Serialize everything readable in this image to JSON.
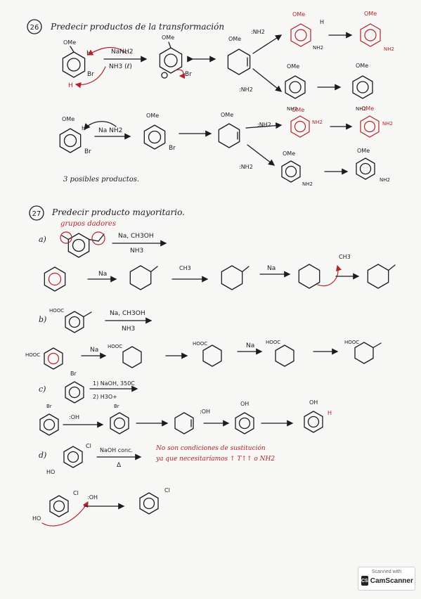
{
  "colors": {
    "ink": "#1b1b22",
    "red": "#b3242a",
    "paper": "#f7f7f5"
  },
  "p26": {
    "number": "26",
    "title": "Predecir productos de la transformación",
    "reagent1_top": "NaNH2",
    "reagent1_bottom": "NH3 (ℓ)",
    "reagent2": "Na NH2",
    "nh2_label": "NH2",
    "nh2_anion": ":NH2",
    "ome": "OMe",
    "br": "Br",
    "h": "H",
    "products_note": "3 posibles productos."
  },
  "p27": {
    "number": "27",
    "title": "Predecir producto mayoritario.",
    "subtitle": "grupos dadores",
    "a": {
      "label": "a)",
      "reagent_top": "Na, CH3OH",
      "reagent_bottom": "NH3",
      "na": "Na",
      "ch3": "CH3"
    },
    "b": {
      "label": "b)",
      "reagent_top": "Na, CH3OH",
      "reagent_bottom": "NH3",
      "hooc": "HOOC",
      "na": "Na"
    },
    "c": {
      "label": "c)",
      "reagent_top": "1) NaOH, 350C",
      "reagent_bottom": "2) H3O+",
      "br": "Br",
      "oh_anion": ":OH",
      "oh": "OH",
      "h": "H"
    },
    "d": {
      "label": "d)",
      "reagent_top": "NaOH conc.",
      "reagent_bottom": "Δ",
      "ho": "HO",
      "cl": "Cl",
      "note_line1": "No son condiciones de sustitución",
      "note_line2": "ya que necesitaríamos ↑ T↑↑ o NH2",
      "oh_anion": ":OH"
    }
  },
  "watermark": {
    "line1": "Scanned with",
    "brand": "CamScanner",
    "logo": "CS"
  }
}
